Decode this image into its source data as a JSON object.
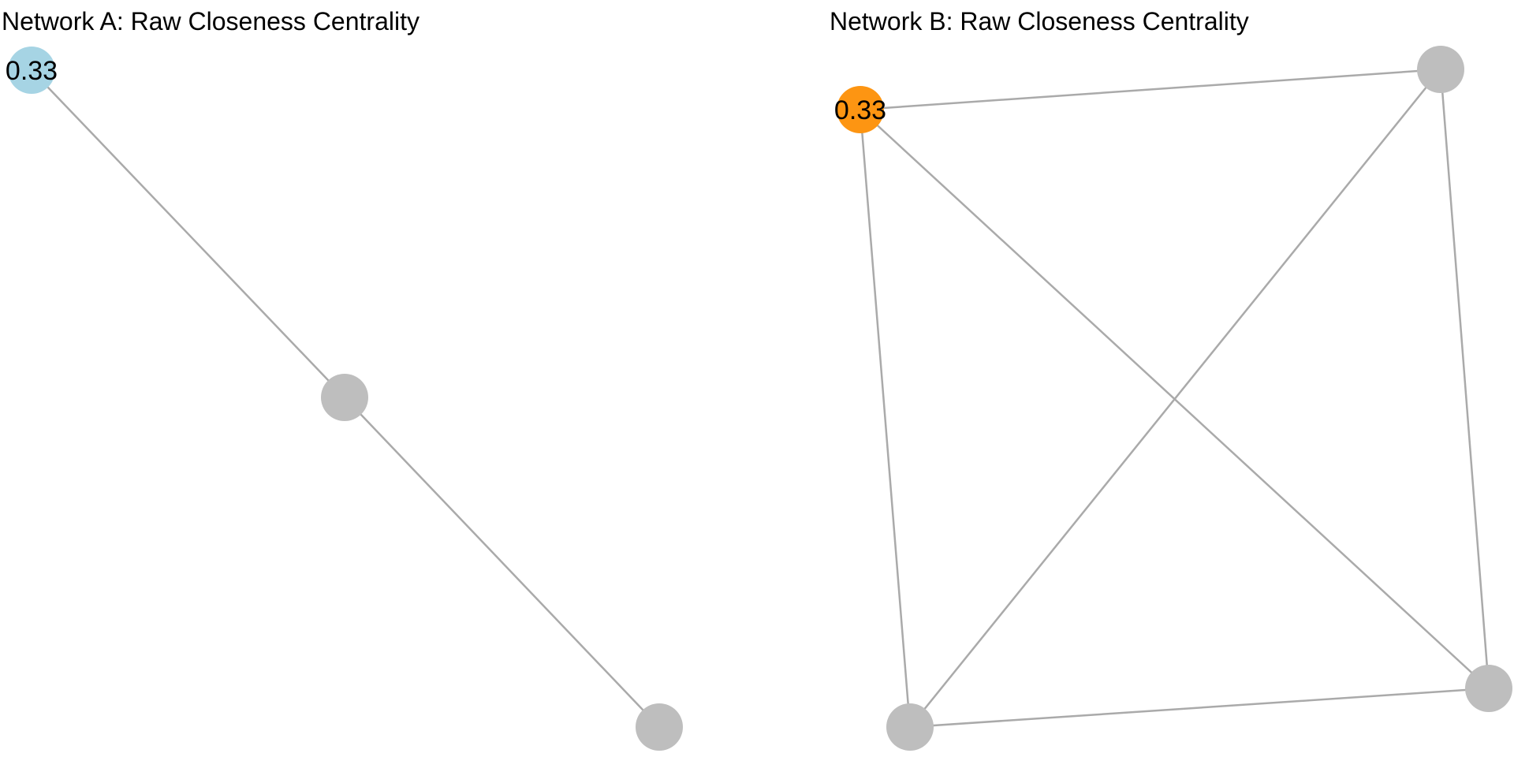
{
  "networks": [
    {
      "id": "a",
      "title": "Network A: Raw Closeness Centrality",
      "nodes": [
        {
          "id": "a1",
          "label": "0.33",
          "color": "#a6d4e4"
        },
        {
          "id": "a2",
          "label": "",
          "color": "#bebebe"
        },
        {
          "id": "a3",
          "label": "",
          "color": "#bebebe"
        }
      ],
      "edges": [
        {
          "from": "a1",
          "to": "a2"
        },
        {
          "from": "a2",
          "to": "a3"
        }
      ]
    },
    {
      "id": "b",
      "title": "Network B: Raw Closeness Centrality",
      "nodes": [
        {
          "id": "b1",
          "label": "0.33",
          "color": "#fd9512"
        },
        {
          "id": "b2",
          "label": "",
          "color": "#bebebe"
        },
        {
          "id": "b3",
          "label": "",
          "color": "#bebebe"
        },
        {
          "id": "b4",
          "label": "",
          "color": "#bebebe"
        }
      ],
      "edges": [
        {
          "from": "b1",
          "to": "b2"
        },
        {
          "from": "b1",
          "to": "b3"
        },
        {
          "from": "b1",
          "to": "b4"
        },
        {
          "from": "b2",
          "to": "b3"
        },
        {
          "from": "b2",
          "to": "b4"
        },
        {
          "from": "b3",
          "to": "b4"
        }
      ]
    }
  ],
  "colors": {
    "edge": "#aaaaaa",
    "default_node": "#bebebe"
  }
}
